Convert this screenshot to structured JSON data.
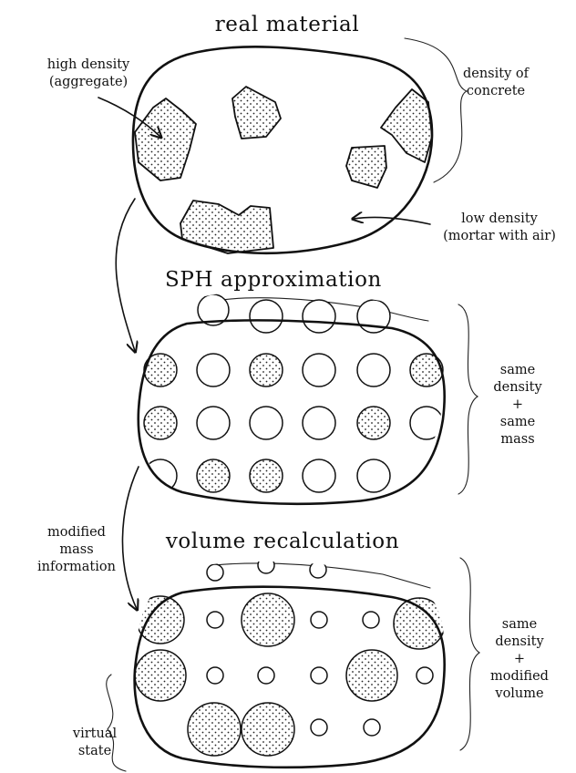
{
  "panels": {
    "real": {
      "title": "real material",
      "high_density": [
        "high density",
        "(aggregate)"
      ],
      "low_density": [
        "low density",
        "(mortar with air)"
      ],
      "brace_note": [
        "density of",
        "concrete"
      ]
    },
    "sph": {
      "title": "SPH approximation",
      "brace_note": [
        "same",
        "density",
        "+",
        "same",
        "mass"
      ]
    },
    "volume": {
      "title": "volume recalculation",
      "brace_note": [
        "same",
        "density",
        "+",
        "modified",
        "volume"
      ],
      "virtual_note": [
        "virtual",
        "state"
      ]
    }
  },
  "transition_note": [
    "modified",
    "mass",
    "information"
  ]
}
